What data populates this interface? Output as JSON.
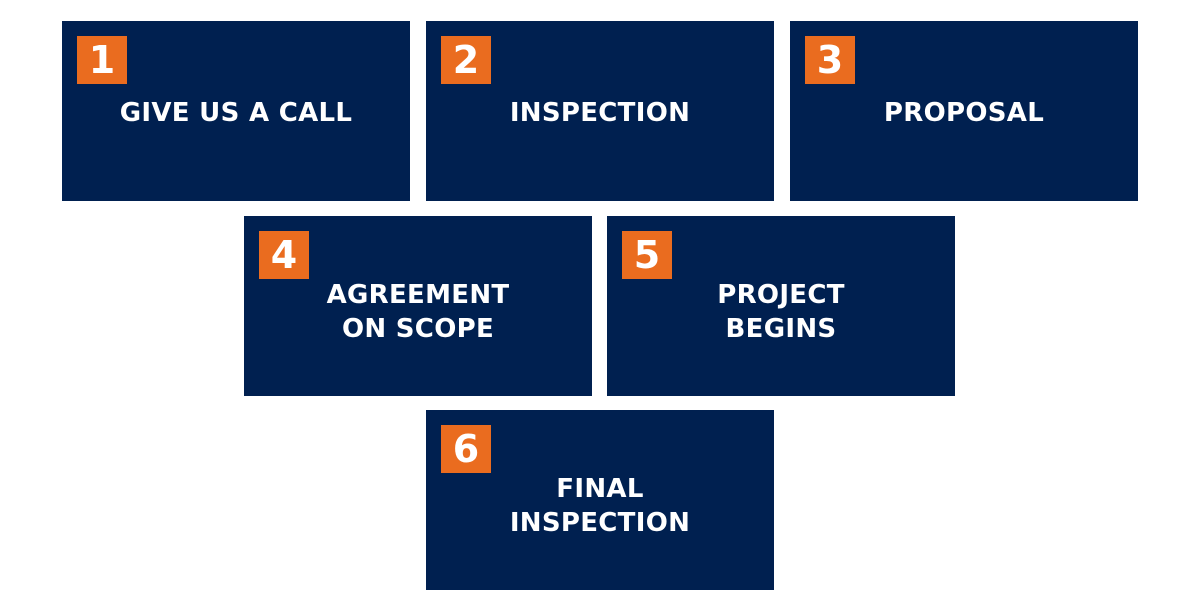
{
  "colors": {
    "card_background": "#002050",
    "number_background": "#ea6c1f",
    "text": "#ffffff"
  },
  "steps": [
    {
      "number": "1",
      "title": "GIVE US A CALL"
    },
    {
      "number": "2",
      "title": "INSPECTION"
    },
    {
      "number": "3",
      "title": "PROPOSAL"
    },
    {
      "number": "4",
      "title": "AGREEMENT\nON SCOPE"
    },
    {
      "number": "5",
      "title": "PROJECT\nBEGINS"
    },
    {
      "number": "6",
      "title": "FINAL\nINSPECTION"
    }
  ]
}
